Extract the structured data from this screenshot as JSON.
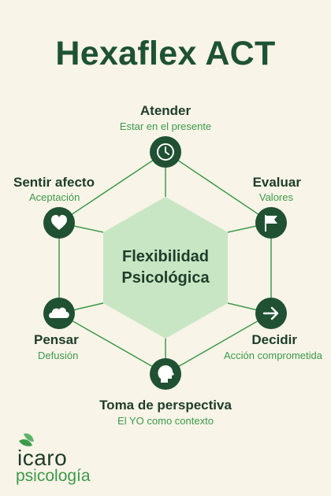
{
  "title": "Hexaflex ACT",
  "center": {
    "line1": "Flexibilidad",
    "line2": "Psicológica"
  },
  "nodes": {
    "top": {
      "title": "Atender",
      "subtitle": "Estar en el presente",
      "icon": "clock-icon"
    },
    "top_right": {
      "title": "Evaluar",
      "subtitle": "Valores",
      "icon": "flag-icon"
    },
    "bottom_right": {
      "title": "Decidir",
      "subtitle": "Acción comprometida",
      "icon": "arrow-right-icon"
    },
    "bottom": {
      "title": "Toma de perspectiva",
      "subtitle": "El YO como contexto",
      "icon": "head-profile-icon"
    },
    "bottom_left": {
      "title": "Pensar",
      "subtitle": "Defusión",
      "icon": "cloud-icon"
    },
    "top_left": {
      "title": "Sentir afecto",
      "subtitle": "Aceptación",
      "icon": "heart-icon"
    }
  },
  "logo": {
    "name": "icaro",
    "sub": "psicología",
    "icon": "leaf-icon"
  },
  "colors": {
    "background": "#f8f4e7",
    "title": "#1e5234",
    "node_fill": "#1f5132",
    "line": "#3f9b4d",
    "center_fill": "#c8e6c3",
    "accent": "#3c9a4c"
  }
}
